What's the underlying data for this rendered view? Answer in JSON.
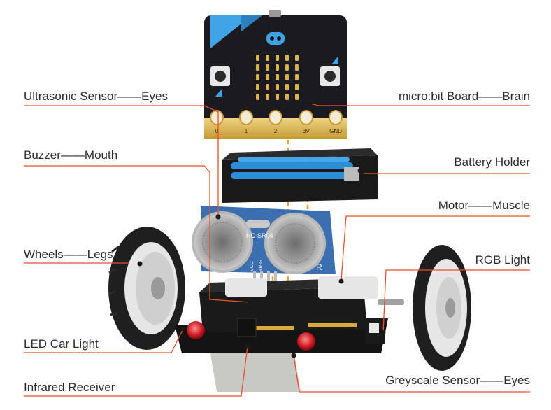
{
  "labels": {
    "ultrasonic": "Ultrasonic Sensor——Eyes",
    "buzzer": "Buzzer——Mouth",
    "wheels": "Wheels——Legs",
    "led": "LED Car Light",
    "infrared": "Infrared Receiver",
    "microbit": "micro:bit Board——Brain",
    "battery": "Battery Holder",
    "motor": "Motor——Muscle",
    "rgb": "RGB Light",
    "greyscale": "Greyscale Sensor——Eyes"
  },
  "pins": [
    "0",
    "1",
    "2",
    "3V",
    "GND"
  ],
  "sensor": {
    "model": "HC-SR04",
    "pins": [
      "VCC",
      "TRIG"
    ],
    "letter": "R"
  },
  "colors": {
    "leader": "#e8502a",
    "dot": "#1a1a1a",
    "board": "#1b1b1f",
    "accent": "#3fa3e6",
    "gold": "#d8b24a",
    "sensor_blue": "#3b6fb0",
    "guide": "#f29a2e"
  }
}
